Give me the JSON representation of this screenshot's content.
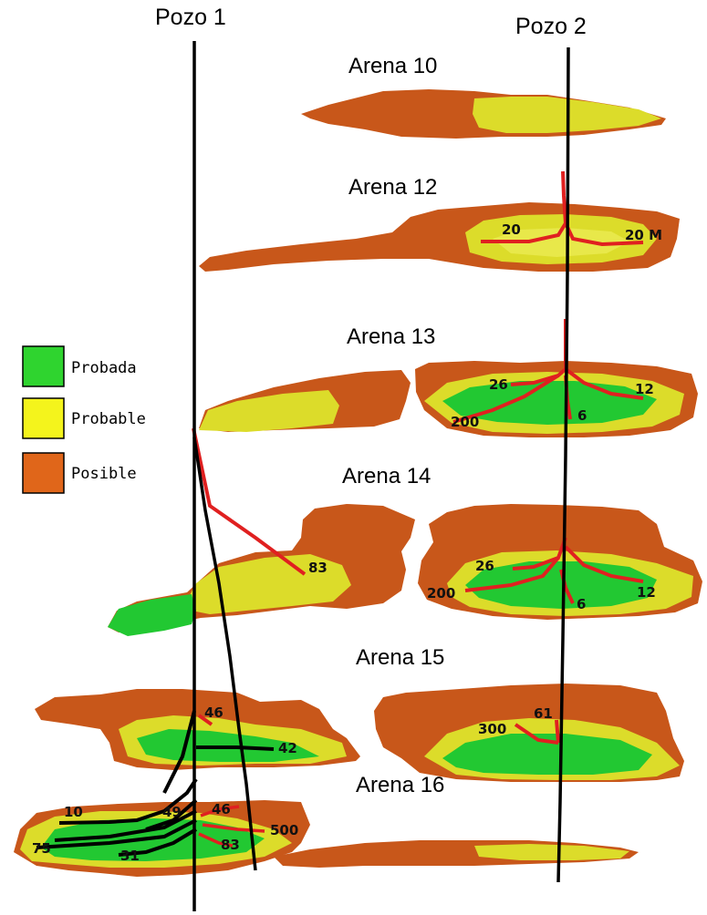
{
  "wells": {
    "well1": "Pozo 1",
    "well2": "Pozo 2"
  },
  "sands": {
    "s10": "Arena 10",
    "s12": "Arena 12",
    "s13": "Arena 13",
    "s14": "Arena 14",
    "s15": "Arena 15",
    "s16": "Arena 16"
  },
  "legend": [
    {
      "label": "Probada",
      "color": "#2fd42f"
    },
    {
      "label": "Probable",
      "color": "#f4f41c"
    },
    {
      "label": "Posible",
      "color": "#e0661a"
    }
  ],
  "colors": {
    "posible_fill": "#c8571a",
    "probable_fill": "#dcdc2a",
    "probada_fill": "#22c832",
    "lateral_red": "#e02020",
    "well_line": "#000000"
  },
  "annotations": {
    "a12_1": "20",
    "a12_2": "20 M",
    "a13_1": "26",
    "a13_2": "12",
    "a13_3": "200",
    "a13_4": "6",
    "a14_1": "83",
    "a14_2": "26",
    "a14_3": "12",
    "a14_4": "200",
    "a14_5": "6",
    "a15_1": "46",
    "a15_2": "42",
    "a15_3": "300",
    "a15_4": "61",
    "a16_1": "10",
    "a16_2": "49",
    "a16_3": "46",
    "a16_4": "500",
    "a16_5": "75",
    "a16_6": "31",
    "a16_7": "83"
  }
}
